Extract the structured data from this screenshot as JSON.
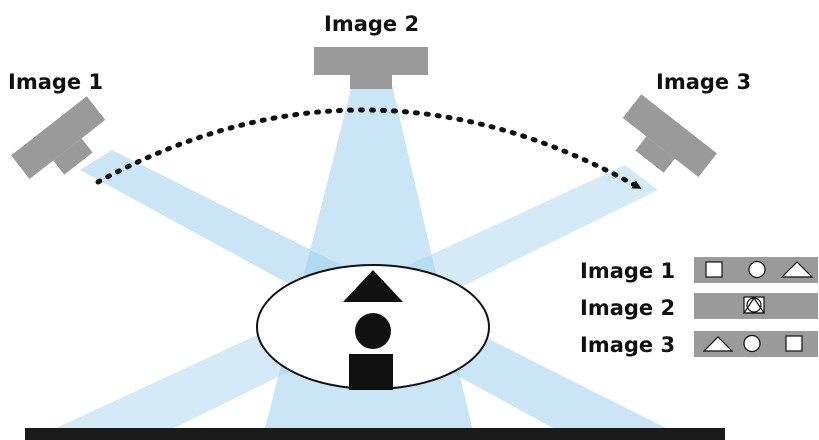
{
  "captures": [
    {
      "label": "Image 1"
    },
    {
      "label": "Image 2"
    },
    {
      "label": "Image 3"
    }
  ],
  "legend": [
    {
      "label": "Image 1",
      "shapes": [
        "square-icon",
        "circle-icon",
        "triangle-icon"
      ]
    },
    {
      "label": "Image 2",
      "shapes": [
        "overlapped-shapes-icon"
      ]
    },
    {
      "label": "Image 3",
      "shapes": [
        "triangle-icon",
        "circle-icon",
        "square-icon"
      ]
    }
  ],
  "colors": {
    "beam": "#9fd2ee",
    "sensor": "#9a9a9a",
    "object": "#111111",
    "base": "#1b1b1b",
    "legend_bar": "#9a9a9a"
  }
}
